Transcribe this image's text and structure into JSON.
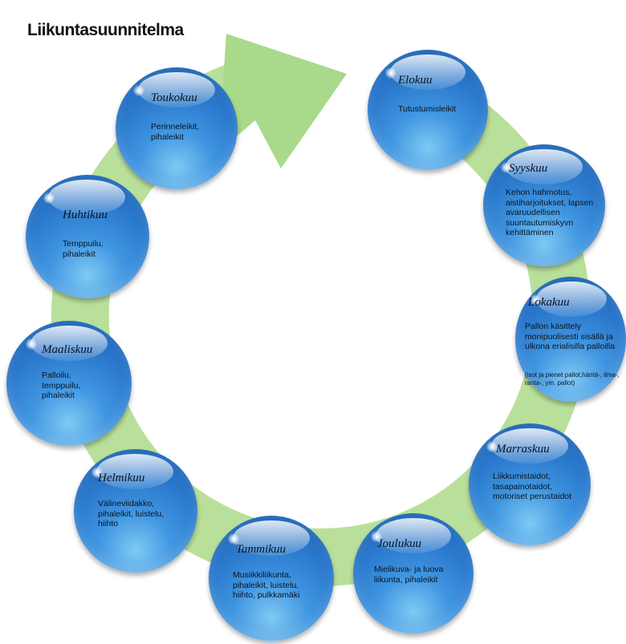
{
  "title": "Liikuntasuunnitelma",
  "colors": {
    "ring": "#b9e09b",
    "arrow": "#a9d98a",
    "bubble": "#2a78cc"
  },
  "months": [
    {
      "name": "Elokuu",
      "text": "Tutustumisleikit"
    },
    {
      "name": "Syyskuu",
      "text": "Kehon hahmotus, aistiharjoitukset, lapsen avaruudellisen suuntautumiskyvn kehittäminen"
    },
    {
      "name": "Lokakuu",
      "text": "Pallon käsittely monipuolisesti sisällä ja ulkona erialisilla palloilla",
      "note": "(isot ja pienet pallot,häntä-, ilma-, ranta-, ym. pallot)"
    },
    {
      "name": "Marraskuu",
      "text": "Liikkumistaidot, tasapainotaidot, motoriset perustaidot"
    },
    {
      "name": "Joulukuu",
      "text": "Mielikuva- ja luova liikunta, pihaleikit"
    },
    {
      "name": "Tammikuu",
      "text": "Musiikkiliikunta, pihaleikit, luistelu, hiihto, pulkkamäki"
    },
    {
      "name": "Helmikuu",
      "text": "Välineviidakko, pihaleikit, luistelu, hiihto"
    },
    {
      "name": "Maaliskuu",
      "text": "Palloilu, temppuilu, pihaleikit"
    },
    {
      "name": "Huhtikuu",
      "text": "Temppuilu, pihaleikit"
    },
    {
      "name": "Toukokuu",
      "text": "Perinneleikit, pihaleikit"
    }
  ]
}
